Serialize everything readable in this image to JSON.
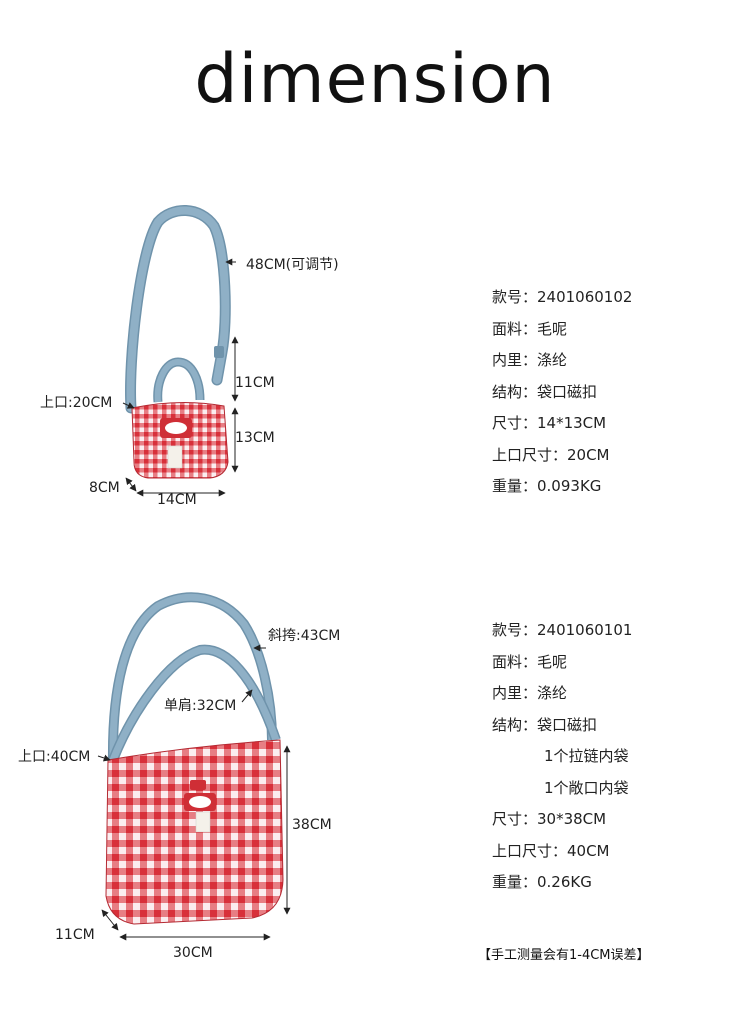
{
  "title": "dimension",
  "bag1": {
    "labels": {
      "strap": "48CM(可调节)",
      "top_opening": "上口:20CM",
      "handle_height": "11CM",
      "body_height": "13CM",
      "depth": "8CM",
      "width": "14CM"
    },
    "specs": [
      "款号：2401060102",
      "面料：毛呢",
      "内里：涤纶",
      "结构：袋口磁扣",
      "尺寸：14*13CM",
      "上口尺寸：20CM",
      "重量：0.093KG"
    ]
  },
  "bag2": {
    "labels": {
      "crossbody_strap": "斜挎:43CM",
      "shoulder_strap": "单肩:32CM",
      "top_opening": "上口:40CM",
      "height": "38CM",
      "depth": "11CM",
      "width": "30CM"
    },
    "specs": [
      "款号：2401060101",
      "面料：毛呢",
      "内里：涤纶",
      "结构：袋口磁扣",
      "1个拉链内袋",
      "1个敞口内袋",
      "尺寸：30*38CM",
      "上口尺寸：40CM",
      "重量：0.26KG"
    ]
  },
  "note": "【手工测量会有1-4CM误差】",
  "colors": {
    "strap": "#8fb0c6",
    "strap_edge": "#6f93ab",
    "gingham_red": "#d8303a",
    "gingham_mid": "#e77e84",
    "gingham_light": "#fbeef0",
    "tag": "#cf2e36"
  }
}
